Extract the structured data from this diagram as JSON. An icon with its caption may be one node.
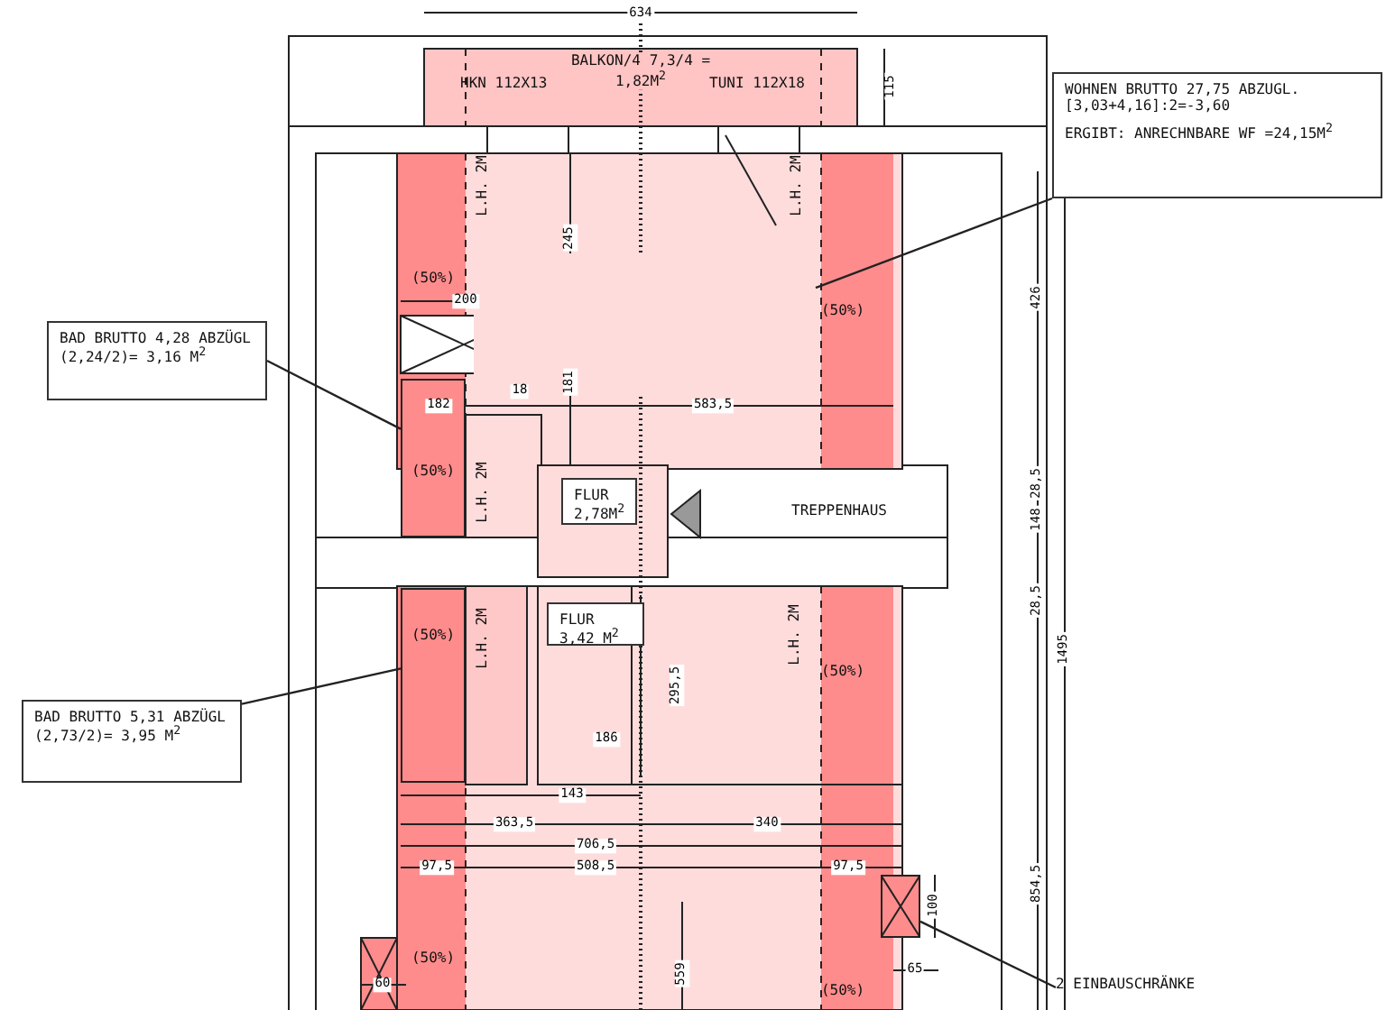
{
  "diagram": {
    "nodes": [
      {
        "text": [
          "WOHNEN BRUTTO 27,75 ABZUGL. [3,03+4,16]:2=-3,60",
          "ERGIBT: ANRECHNBARE WF =24,15M$^{2}$"
        ]
      },
      {
        "text": [
          "BAD BRUTTO 4,28 ABZÜGL (2,24/2)=  3,16 M$^{2}$"
        ]
      },
      {
        "text": [
          "BAD BRUTTO 5,31 ABZÜGL (2,73/2)=  3,95 M$^{2}$"
        ]
      },
      {
        "text": [
          "FLUR 2,78M$^{2}$"
        ]
      },
      {
        "text": [
          "FLUR 3,42 M$^{2}$"
        ]
      },
      {
        "text": [
          "2 EINBAUSCHRÄNKE"
        ]
      },
      {
        "text": [],
        "shape": "box"
      },
      {
        "text": [],
        "shape": "box"
      },
      {
        "text": [],
        "shape": "box"
      },
      {
        "text": [],
        "shape": "box"
      }
    ],
    "edges": [
      {
        "from": 0,
        "to": 9,
        "arrow": "none"
      },
      {
        "from": 1,
        "to": 7,
        "arrow": "none"
      },
      {
        "from": 2,
        "to": 8,
        "arrow": "none"
      },
      {
        "from": 5,
        "to": 6,
        "arrow": "none"
      }
    ],
    "labels": [
      "634",
      "BALKON/4 7,3/4 = 1,82M$^{2}$",
      "HKN 112X13",
      "TUNI 112X18",
      "115",
      "L.H. 2M",
      "L.H. 2M",
      "(50%)",
      "245",
      "(50%)",
      "200",
      "18",
      "182",
      "181",
      "583,5",
      "(50%)",
      "L.H. 2M",
      "TREPPENHAUS",
      "426",
      "28,5",
      "148",
      "28,5",
      "(50%)",
      "L.H. 2M",
      "L.H. 2M",
      "(50%)",
      "295,5",
      "1495",
      "186",
      "143",
      "363,5",
      "340",
      "706,5",
      "97,5",
      "508,5",
      "97,5",
      "60",
      "100",
      "65",
      "854,5",
      "559",
      "(50%)",
      "(50%)"
    ]
  }
}
